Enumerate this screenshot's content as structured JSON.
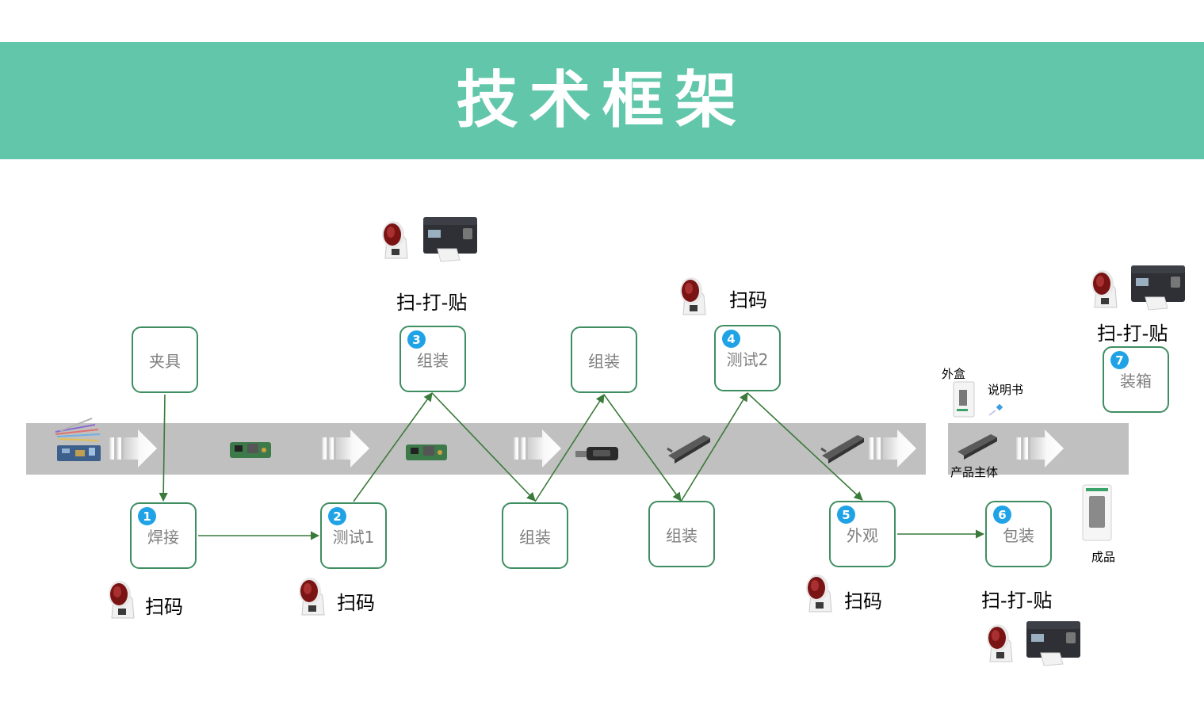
{
  "header": {
    "title": "技术框架"
  },
  "nodes": {
    "jig": {
      "label": "夹具"
    },
    "weld": {
      "label": "焊接",
      "step": "1"
    },
    "test1": {
      "label": "测试1",
      "step": "2"
    },
    "assembly3": {
      "label": "组装",
      "step": "3"
    },
    "assembly_low1": {
      "label": "组装"
    },
    "assembly_top": {
      "label": "组装"
    },
    "assembly_low2": {
      "label": "组装"
    },
    "test2": {
      "label": "测试2",
      "step": "4"
    },
    "appearance": {
      "label": "外观",
      "step": "5"
    },
    "packing": {
      "label": "包装",
      "step": "6"
    },
    "boxing": {
      "label": "装箱",
      "step": "7"
    }
  },
  "annotations": {
    "scan_weld": "扫码",
    "scan_test1": "扫码",
    "scan_test2": "扫码",
    "scan_appearance": "扫码",
    "spt_assembly": "扫-打-贴",
    "spt_packing": "扫-打-贴",
    "spt_boxing": "扫-打-贴"
  },
  "parts": {
    "outer_box": "外盒",
    "manual": "说明书",
    "product_body": "产品主体",
    "finished": "成品"
  },
  "colors": {
    "banner": "#61c6aa",
    "node_border": "#3e8e62",
    "node_text": "#7f7f7f",
    "badge": "#1fa3e6",
    "belt": "#c0c0c0",
    "link": "#3a7a3a"
  }
}
